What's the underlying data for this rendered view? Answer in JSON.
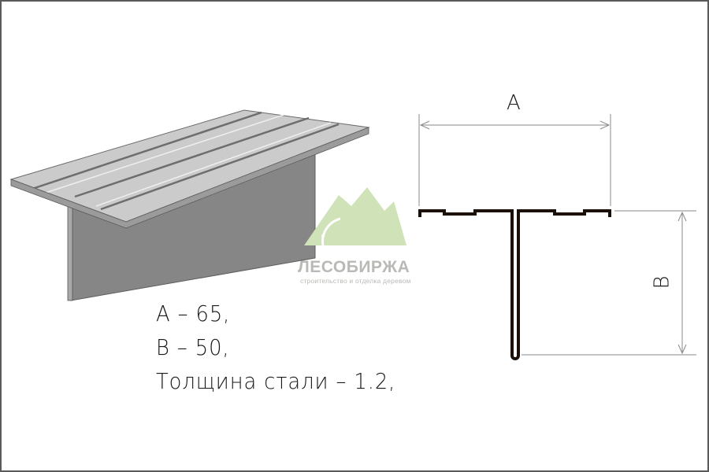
{
  "figure": {
    "type": "steel T-profile product drawing",
    "colors": {
      "border": "#5a5a5a",
      "profile_top": "#c9c9c9",
      "profile_side": "#858585",
      "outline": "#1a1008",
      "dimension_line": "#8a8a8a",
      "logo_green": "#cfe2b8",
      "logo_text": "#b9bab5"
    }
  },
  "specs": {
    "a": "A – 65,",
    "b": "B – 50,",
    "thickness": "Толщина стали – 1.2,"
  },
  "drawing": {
    "dim_a_label": "A",
    "dim_b_label": "B"
  },
  "watermark": {
    "name": "ЛЕСОБИРЖА",
    "tagline": "строительство и отделка деревом"
  }
}
